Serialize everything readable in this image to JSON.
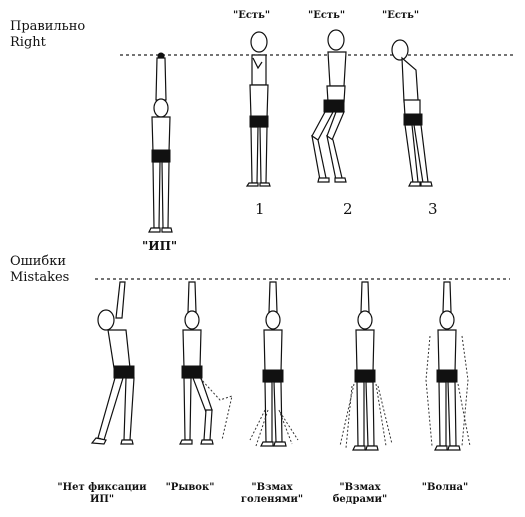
{
  "sections": {
    "right": {
      "label_ru": "Правильно",
      "label_en": "Right"
    },
    "mistakes": {
      "label_ru": "Ошибки",
      "label_en": "Mistakes"
    }
  },
  "top_quotes": [
    "\"Есть\"",
    "\"Есть\"",
    "\"Есть\""
  ],
  "step_numbers": [
    "1",
    "2",
    "3"
  ],
  "start_position_label": "\"ИП\"",
  "mistake_captions": [
    [
      "\"Нет фиксации",
      "ИП\""
    ],
    [
      "\"Рывок\""
    ],
    [
      "\"Взмах",
      "голенями\""
    ],
    [
      "\"Взмах",
      "бедрами\""
    ],
    [
      "\"Волна\""
    ]
  ]
}
